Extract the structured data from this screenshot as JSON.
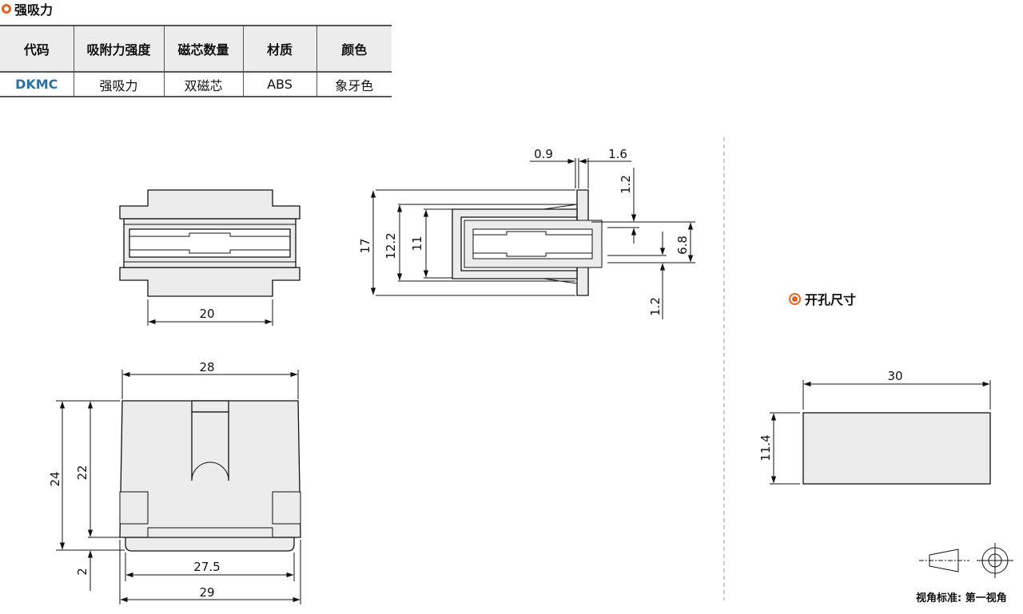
{
  "section_title": "强吸力",
  "table": {
    "headers": [
      "代码",
      "吸附力强度",
      "磁芯数量",
      "材质",
      "颜色"
    ],
    "row": [
      "DKMC",
      "强吸力",
      "双磁芯",
      "ABS",
      "象牙色"
    ]
  },
  "dimensions": {
    "top_view_width": "20",
    "side_gap_left": "0.9",
    "side_gap_right": "1.6",
    "side_top_offset": "1.2",
    "side_height_total": "17",
    "side_height_mid": "12.2",
    "side_height_inner": "11",
    "side_magnet_gap": "6.8",
    "side_bottom_offset": "1.2",
    "front_top_width": "28",
    "front_height_total": "24",
    "front_height_body": "22",
    "front_flange": "2",
    "front_bottom_width_inner": "27.5",
    "front_bottom_width_outer": "29",
    "cutout_width": "30",
    "cutout_height": "11.4"
  },
  "cutout_title": "开孔尺寸",
  "view_standard": "视角标准: 第一视角",
  "colors": {
    "accent": "#e8641e",
    "code": "#2f6f9f",
    "part_fill": "#ececec",
    "line": "#111111"
  },
  "icons": [
    "ring-icon",
    "target-icon",
    "first-angle-projection-icon"
  ]
}
